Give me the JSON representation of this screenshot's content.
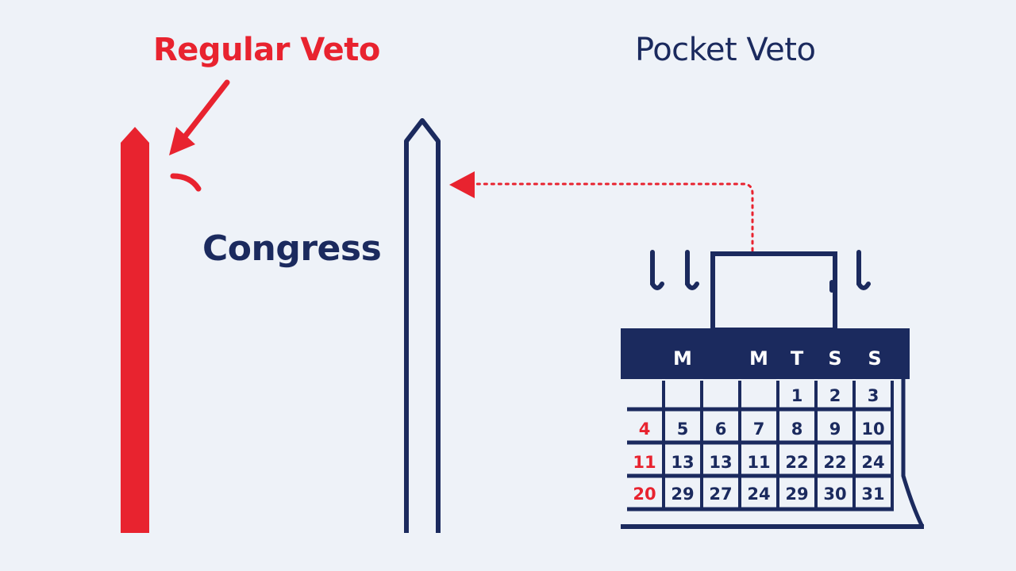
{
  "labels": {
    "regular_veto": "Regular Veto",
    "pocket_veto": "Pocket Veto",
    "congress": "Congress"
  },
  "colors": {
    "red": "#e8232f",
    "navy": "#1b2a5e",
    "background": "#eef2f8"
  },
  "calendar": {
    "header": [
      "M",
      "",
      "M",
      "T",
      "S",
      "S"
    ],
    "rows": [
      [
        "",
        "",
        "",
        "1",
        "2",
        "3"
      ],
      [
        "4",
        "5",
        "6",
        "7",
        "8",
        "9",
        "10"
      ],
      [
        "11",
        "13",
        "13",
        "11",
        "22",
        "22",
        "24"
      ],
      [
        "20",
        "29",
        "27",
        "24",
        "29",
        "30",
        "31"
      ]
    ],
    "highlight_first_column": true
  },
  "icons": [
    "red-pillar-icon",
    "navy-pillar-icon",
    "arrow-icon",
    "dotted-arrow-icon",
    "calendar-icon"
  ]
}
